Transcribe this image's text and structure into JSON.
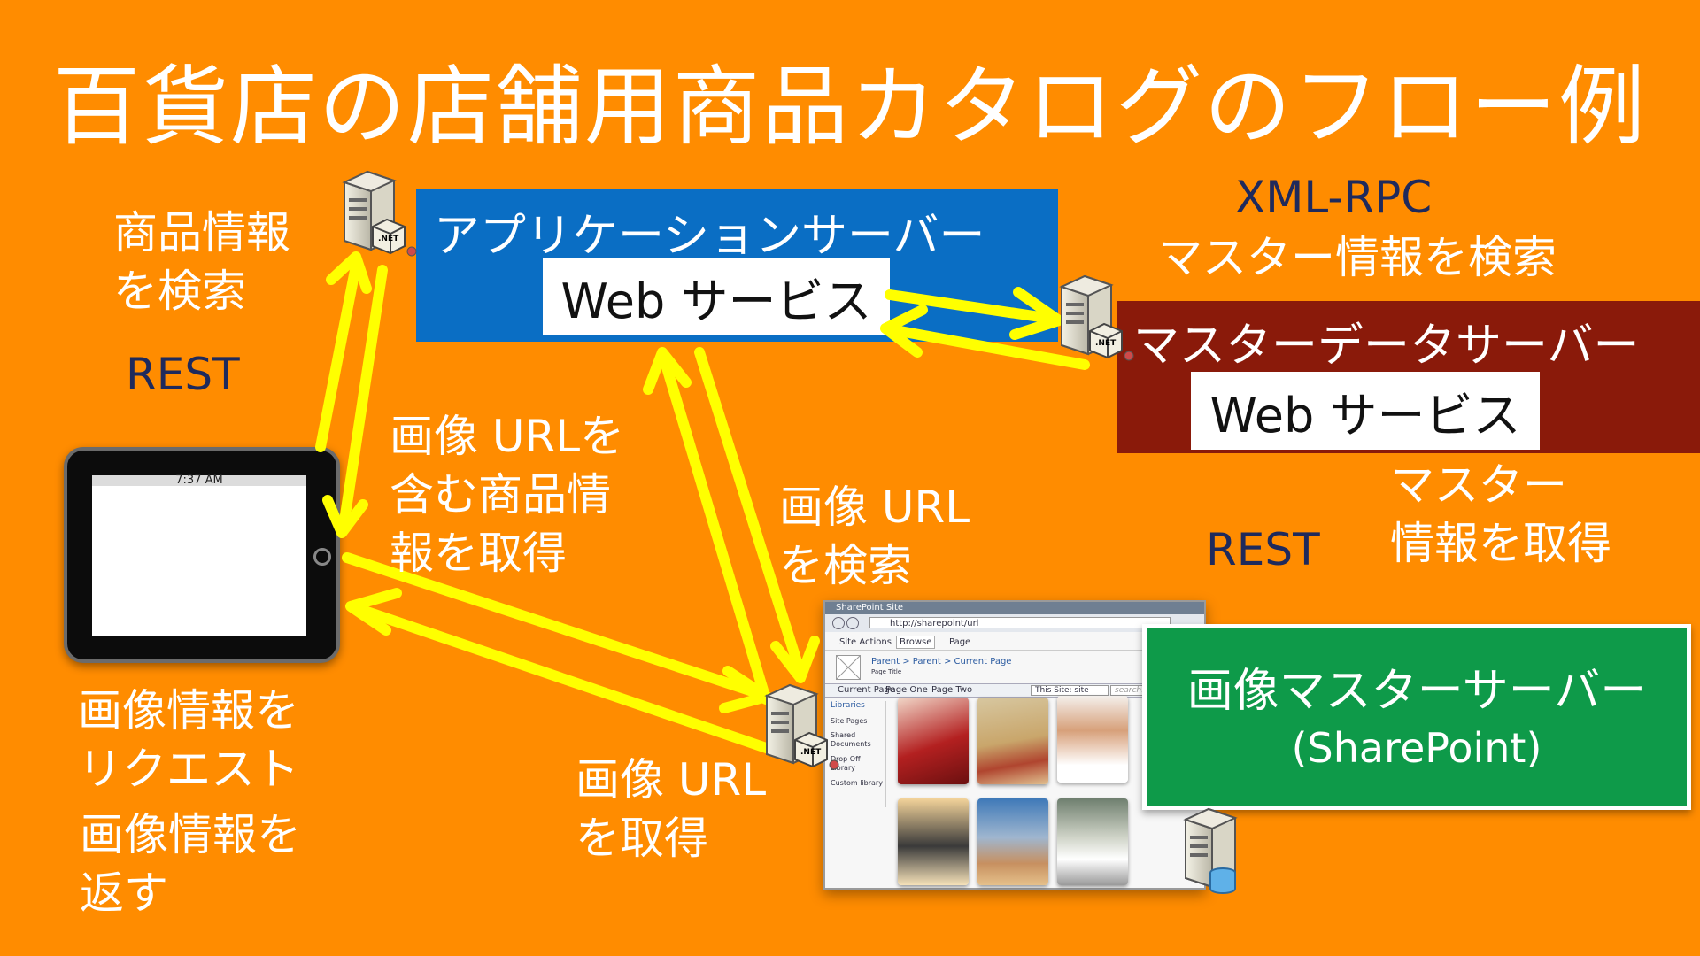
{
  "title": "百貨店の店舗用商品カタログのフロー例",
  "app_server": {
    "title": "アプリケーションサーバー",
    "service": "Web サービス"
  },
  "master_server": {
    "title": "マスターデータサーバー",
    "service": "Web サービス"
  },
  "image_server": {
    "title": "画像マスターサーバー",
    "subtitle": "(SharePoint)"
  },
  "labels": {
    "product_search": [
      "商品情報",
      "を検索"
    ],
    "rest_left": "REST",
    "xmlrpc": "XML-RPC",
    "master_search": "マスター情報を検索",
    "image_url_product": [
      "画像 URLを",
      "含む商品情",
      "報を取得"
    ],
    "image_url_search": [
      "画像 URL",
      "を検索"
    ],
    "rest_right": "REST",
    "master_get": [
      "マスター",
      "情報を取得"
    ],
    "image_request": [
      "画像情報を",
      "リクエスト"
    ],
    "image_return": [
      "画像情報を",
      "返す"
    ],
    "image_url_get": [
      "画像 URL",
      "を取得"
    ]
  },
  "tablet": {
    "time": "7:37 AM"
  },
  "sharepoint_window": {
    "window_title": "SharePoint Site",
    "url": "http://sharepoint/url",
    "tabs": [
      "Site Actions",
      "Browse",
      "Page"
    ],
    "breadcrumb": "Parent > Parent > Current Page",
    "page_title": "Page Title",
    "nav_tabs": [
      "Current Page",
      "Page One",
      "Page Two"
    ],
    "search_scope": "This Site: site",
    "search_placeholder": "search...",
    "sidebar": [
      "Libraries",
      "Site Pages",
      "Shared Documents",
      "Drop Off Library",
      "Custom library"
    ]
  },
  "server_icon_label": ".NET",
  "colors": {
    "background": "#FF8C00",
    "app_server": "#0A6EC4",
    "master_server": "#8A1A0A",
    "image_server": "#0E9A49",
    "arrow": "#FFFF00",
    "dark_text": "#1F2A5C"
  }
}
